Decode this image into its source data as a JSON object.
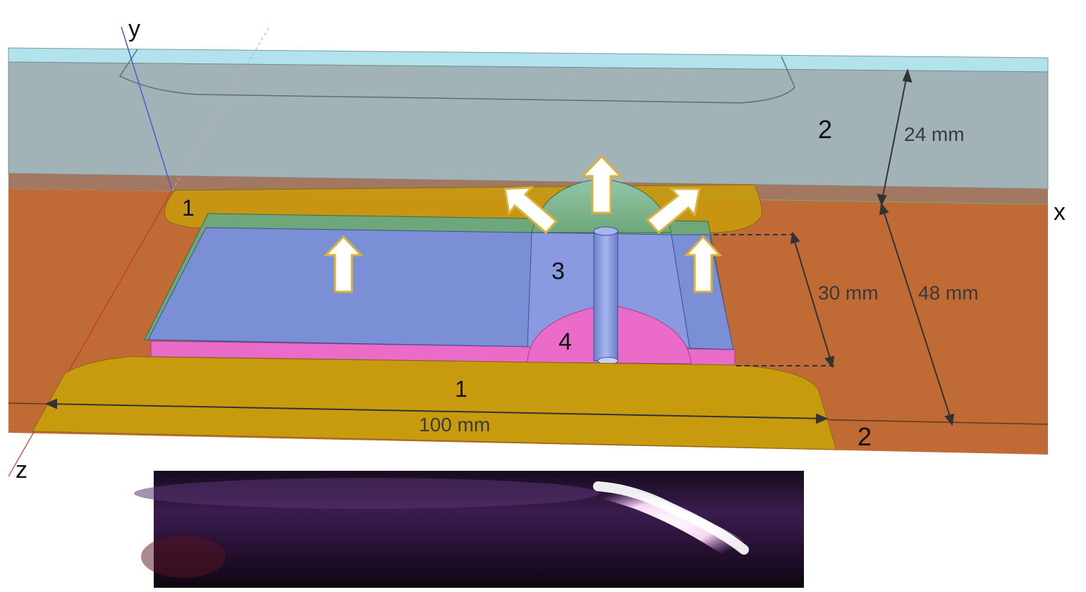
{
  "axes": {
    "x": "x",
    "y": "y",
    "z": "z"
  },
  "region_labels": {
    "electrode_back": "1",
    "electrode_front": "1",
    "dielectric_top": "2",
    "dielectric_bottom": "2",
    "channel": "3",
    "cavity": "4"
  },
  "dimensions": {
    "top_layer": "24 mm",
    "channel_depth": "30 mm",
    "block_height": "48 mm",
    "width": "100 mm"
  },
  "colors": {
    "top_layer": "#a2b3b8",
    "top_edge": "#b2e2ec",
    "block": "#c06a36",
    "electrode": "#c89a0e",
    "channel": "#7b8fd6",
    "cavity": "#ea6cc8",
    "film": "#6ea87a",
    "arrow_fill": "#ffffff",
    "arrow_stroke": "#d9b23a"
  },
  "icons": [
    "arrow-up-icon",
    "arrow-up-left-icon",
    "arrow-up-right-icon"
  ]
}
